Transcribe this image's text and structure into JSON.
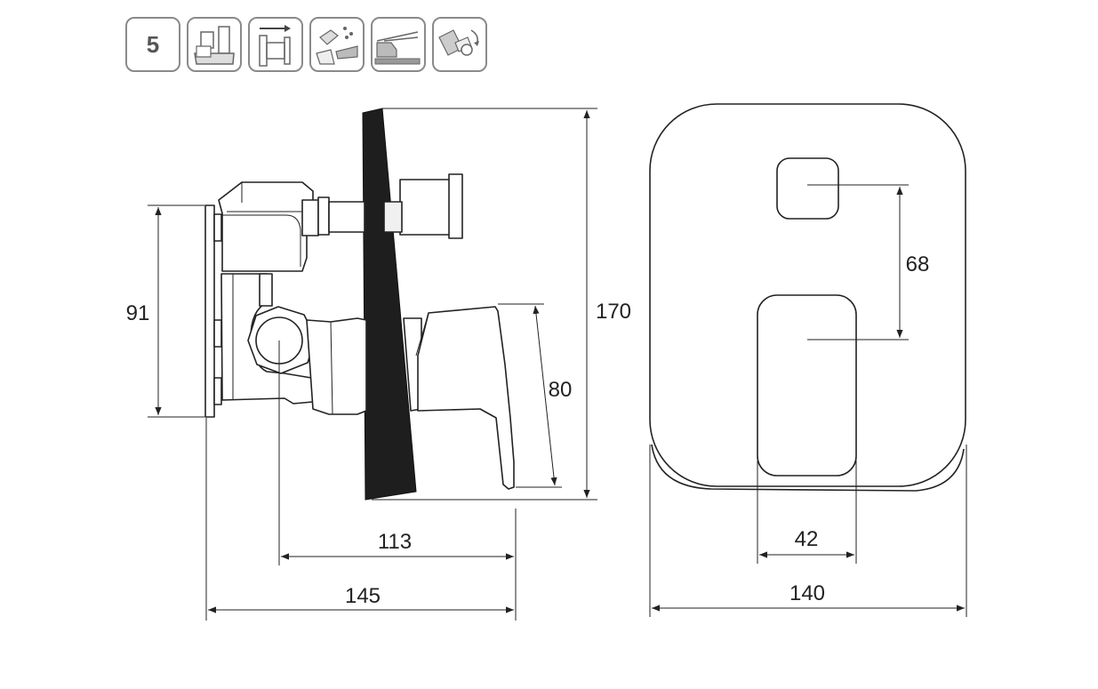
{
  "feature_icons": {
    "count_label": "5",
    "icons": [
      "bathtub-shower-icon",
      "wall-outlet-icon",
      "easy-clean-icon",
      "ceramic-cartridge-icon",
      "hose-connection-icon"
    ]
  },
  "dimensions": {
    "height_total": "170",
    "box_height": "91",
    "lever_height": "80",
    "depth_inner": "113",
    "depth_total": "145",
    "button_spacing": "68",
    "lever_width": "42",
    "plate_width": "140"
  },
  "colors": {
    "line": "#222222",
    "wall": "#1e1e1e",
    "icon_border": "#8a8a8a"
  }
}
